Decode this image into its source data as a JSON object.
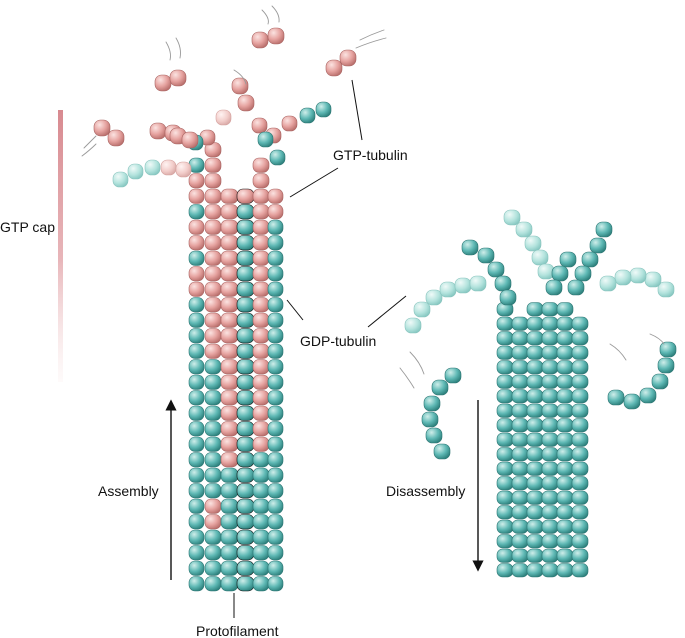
{
  "labels": {
    "gtp_cap": "GTP cap",
    "gtp_tubulin": "GTP-tubulin",
    "gdp_tubulin": "GDP-tubulin",
    "assembly": "Assembly",
    "disassembly": "Disassembly",
    "protofilament": "Protofilament"
  },
  "colors": {
    "gtp_tubulin": "#e6a3a0",
    "gtp_tubulin_light": "#f2cdca",
    "gdp_tubulin": "#5fb9b5",
    "gdp_tubulin_light": "#b3e3dd",
    "cap_bar": "#d88a90",
    "outline": "#111111"
  }
}
